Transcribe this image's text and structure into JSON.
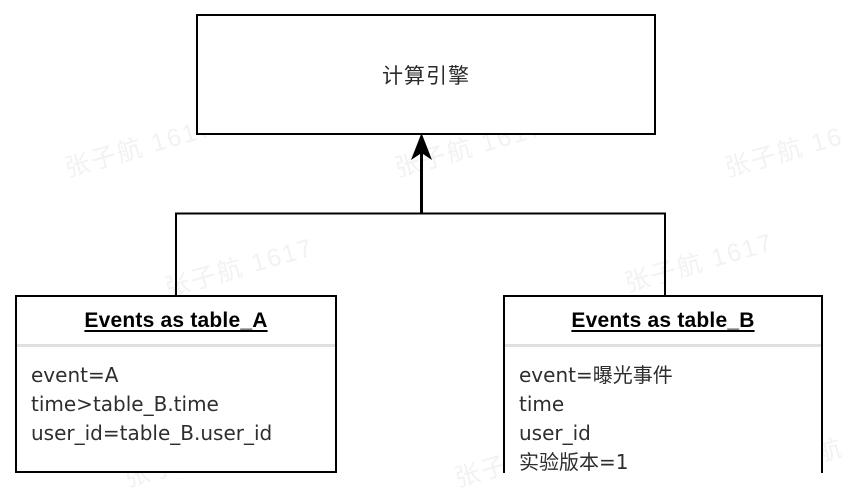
{
  "diagram": {
    "title": "Join between two event tables feeding a computing engine",
    "watermark_text": "张子航 1617",
    "colors": {
      "box_border": "#000000",
      "divider": "#e0e0e0",
      "connector": "#000000",
      "background": "#ffffff",
      "text": "#2e2e2e",
      "watermark": "#f2f2f2"
    },
    "engine": {
      "label": "计算引擎"
    },
    "connector": {
      "type": "fork-up-arrow",
      "arrow_direction": "up",
      "arrow_target": "engine"
    },
    "tables": [
      {
        "id": "table_a",
        "title": "Events as table_A",
        "fields": [
          "event=A",
          "time>table_B.time",
          "user_id=table_B.user_id"
        ]
      },
      {
        "id": "table_b",
        "title": "Events as table_B",
        "fields": [
          "event=曝光事件",
          "time",
          "user_id",
          "实验版本=1"
        ]
      }
    ]
  }
}
